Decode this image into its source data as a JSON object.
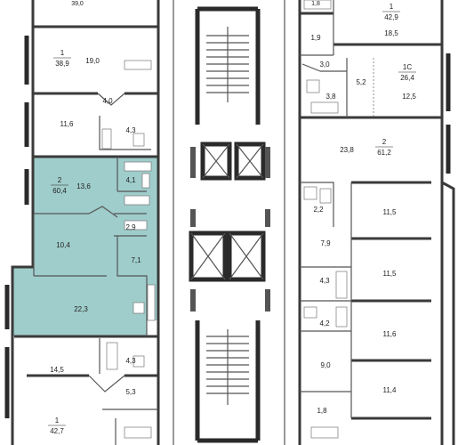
{
  "colors": {
    "highlight": "#9fcdcb",
    "wall": "#3a3a3a",
    "background": "#ffffff"
  },
  "apartments": [
    {
      "id": "apt-top-left",
      "rooms": "",
      "area": "39,0"
    },
    {
      "id": "apt-left-1",
      "rooms": "1",
      "area": "38,9"
    },
    {
      "id": "apt-left-2",
      "rooms": "2",
      "area": "60,4",
      "highlighted": true
    },
    {
      "id": "apt-left-3",
      "rooms": "1",
      "area": "42,7"
    },
    {
      "id": "apt-right-1",
      "rooms": "1",
      "area": "42,9"
    },
    {
      "id": "apt-right-1c",
      "rooms": "1С",
      "area": "26,4"
    },
    {
      "id": "apt-right-2",
      "rooms": "2",
      "area": "61,2"
    }
  ],
  "rooms": {
    "l1": [
      "19,0",
      "4,0",
      "11,6",
      "4,3"
    ],
    "l2": [
      "13,6",
      "4,1",
      "10,4",
      "2,9",
      "7,1",
      "22,3"
    ],
    "l3": [
      "14,5",
      "4,3",
      "5,3"
    ],
    "r1": [
      "1,8",
      "18,5",
      "1,9",
      "3,0"
    ],
    "r1c": [
      "5,2",
      "3,8",
      "12,5"
    ],
    "r2": [
      "23,8",
      "2,2",
      "11,5",
      "7,9",
      "11,5",
      "4,3",
      "4,2",
      "11,6",
      "9,0",
      "11,4",
      "1,8"
    ]
  }
}
